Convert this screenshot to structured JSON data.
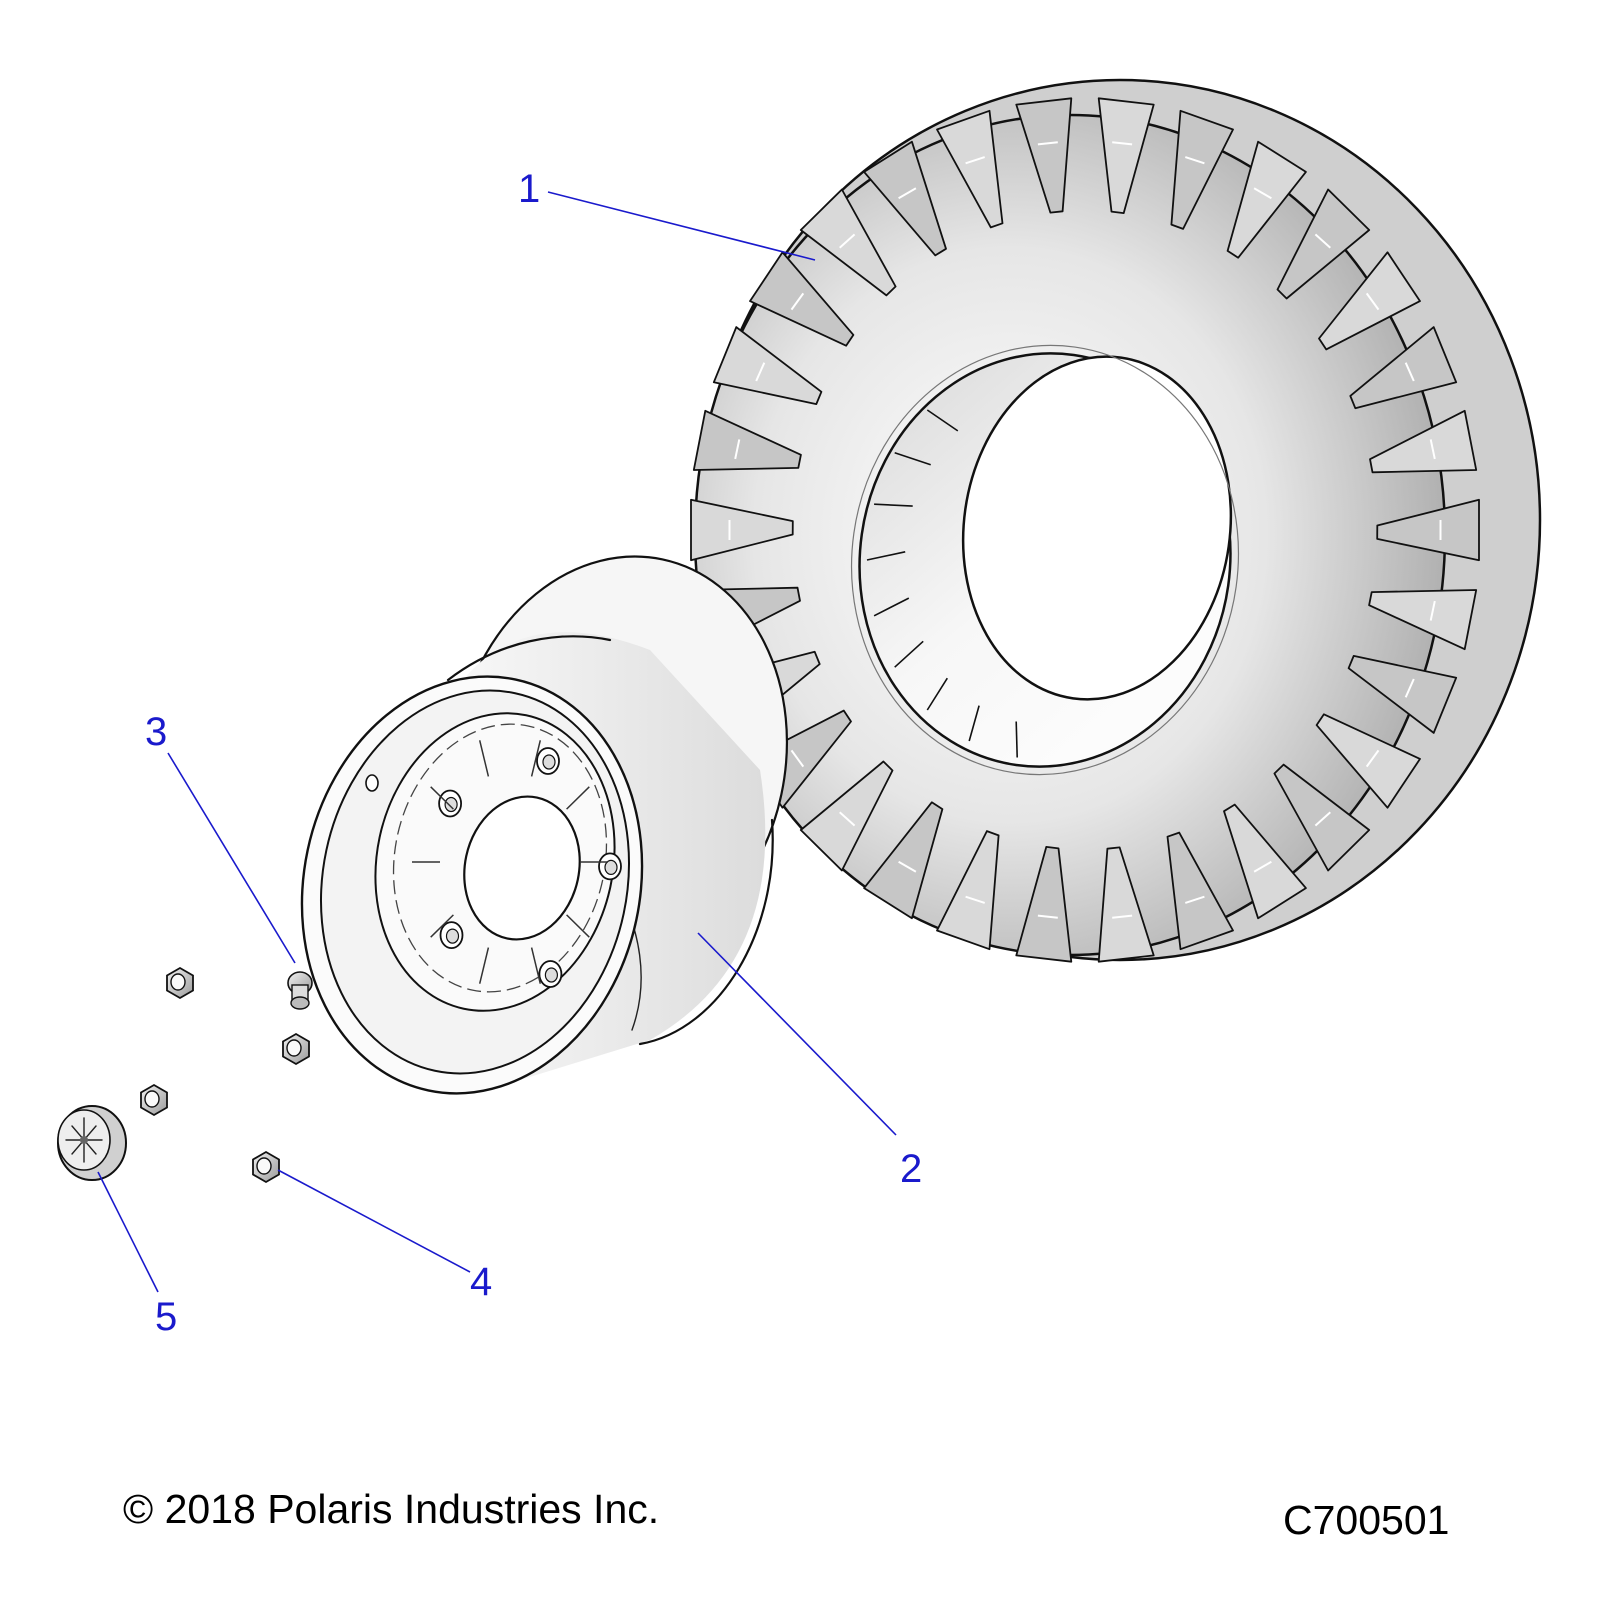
{
  "callouts": [
    {
      "id": "1",
      "label": "1",
      "part": "tire"
    },
    {
      "id": "2",
      "label": "2",
      "part": "wheel"
    },
    {
      "id": "3",
      "label": "3",
      "part": "valve-stem"
    },
    {
      "id": "4",
      "label": "4",
      "part": "lug-nut"
    },
    {
      "id": "5",
      "label": "5",
      "part": "center-cap"
    }
  ],
  "footer": {
    "copyright": "© 2018 Polaris Industries Inc.",
    "figure_id": "C700501"
  },
  "colors": {
    "callout": "#1a1acc",
    "outline": "#111111",
    "tire_shade": "#b8b8b8",
    "wheel_fill": "#f4f4f4"
  }
}
